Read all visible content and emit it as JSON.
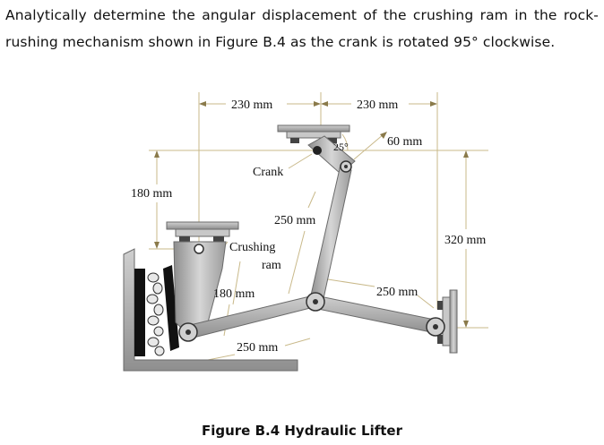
{
  "problem": {
    "text": "Analytically determine the angular displacement of the crushing ram in the rock-rushing mechanism shown in Figure B.4 as the crank is rotated 95° clockwise."
  },
  "figure": {
    "labels": {
      "top_left_dim": "230 mm",
      "top_right_dim": "230 mm",
      "crank_dim": "60 mm",
      "angle": "25°",
      "crank": "Crank",
      "left_vertical_dim": "180 mm",
      "coupler_dim": "250 mm",
      "right_vertical_dim": "320 mm",
      "crushing": "Crushing",
      "ram": "ram",
      "ram_dim": "180 mm",
      "right_link_dim": "250 mm",
      "bottom_link_dim": "250 mm"
    },
    "caption": "Figure B.4 Hydraulic Lifter"
  },
  "colors": {
    "link_fill": "#b5b5b5",
    "link_stroke": "#6a6a6a",
    "dimension_line": "#c9b98a",
    "frame": "#9a9a9a"
  }
}
